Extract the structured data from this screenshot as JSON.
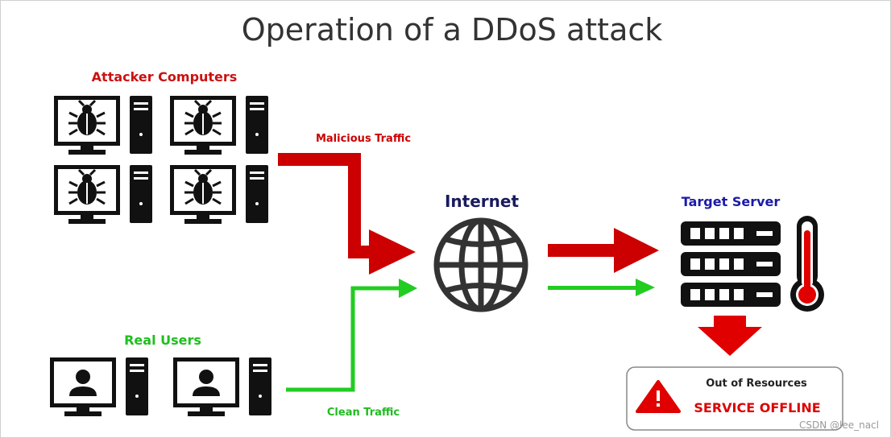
{
  "title": "Operation of a DDoS attack",
  "labels": {
    "attackers": "Attacker Computers",
    "malicious_traffic": "Malicious Traffic",
    "internet": "Internet",
    "target_server": "Target Server",
    "real_users": "Real Users",
    "clean_traffic": "Clean Traffic",
    "out_of_resources": "Out of Resources",
    "service_offline": "SERVICE OFFLINE"
  },
  "watermark": "CSDN @lee_nacl",
  "colors": {
    "malicious": "#cc0000",
    "clean": "#22cc22",
    "attacker_label": "#cc1111",
    "users_label": "#1fbf1f",
    "internet_label": "#1a1a5e",
    "target_label": "#1a1aa8",
    "icon": "#111111"
  },
  "icons": [
    "bug-monitor-icon",
    "tower-icon",
    "user-monitor-icon",
    "globe-icon",
    "server-rack-icon",
    "thermometer-icon",
    "warning-triangle-icon",
    "down-arrow-icon"
  ]
}
